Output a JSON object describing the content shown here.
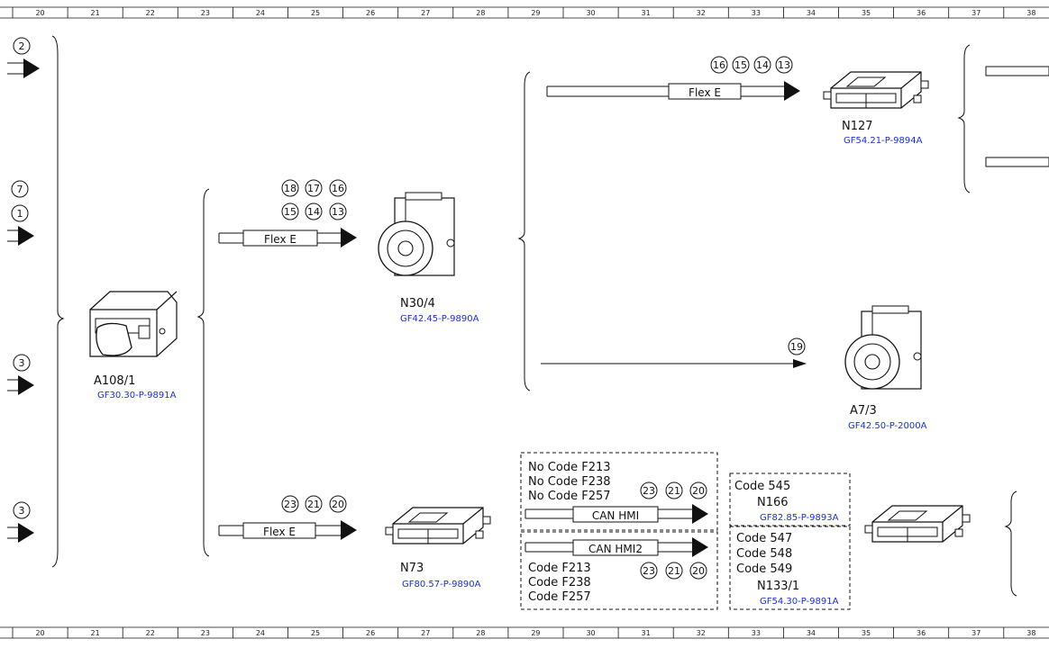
{
  "ruler": [
    "20",
    "21",
    "22",
    "23",
    "24",
    "25",
    "26",
    "27",
    "28",
    "29",
    "30",
    "31",
    "32",
    "33",
    "34",
    "35",
    "36",
    "37",
    "38"
  ],
  "inputs": {
    "in1": "2",
    "in2a": "7",
    "in2b": "1",
    "in3": "3",
    "in4": "3"
  },
  "components": {
    "a108": {
      "name": "A108/1",
      "ref": "GF30.30-P-9891A"
    },
    "n30": {
      "name": "N30/4",
      "ref": "GF42.45-P-9890A"
    },
    "n127": {
      "name": "N127",
      "ref": "GF54.21-P-9894A"
    },
    "a7": {
      "name": "A7/3",
      "ref": "GF42.50-P-2000A"
    },
    "n73": {
      "name": "N73",
      "ref": "GF80.57-P-9890A"
    },
    "n166": {
      "name": "N166",
      "ref": "GF82.85-P-9893A"
    },
    "n133": {
      "name": "N133/1",
      "ref": "GF54.30-P-9891A"
    }
  },
  "buses": {
    "flex_e": "Flex E",
    "can_hmi": "CAN HMI",
    "can_hmi2": "CAN HMI2"
  },
  "markers": {
    "n127": [
      "16",
      "15",
      "14",
      "13"
    ],
    "n30_top": [
      "18",
      "17",
      "16"
    ],
    "n30_bot": [
      "15",
      "14",
      "13"
    ],
    "a7": "19",
    "n73": [
      "23",
      "21",
      "20"
    ],
    "hmi": [
      "23",
      "21",
      "20"
    ],
    "hmi2": [
      "23",
      "21",
      "20"
    ]
  },
  "codes": {
    "no_f213": "No Code F213",
    "no_f238": "No Code F238",
    "no_f257": "No Code F257",
    "f213": "Code F213",
    "f238": "Code F238",
    "f257": "Code F257",
    "c545": "Code 545",
    "c547": "Code 547",
    "c548": "Code 548",
    "c549": "Code 549"
  },
  "colors": {
    "reference_link": "#1a2fd0",
    "line": "#111111"
  }
}
